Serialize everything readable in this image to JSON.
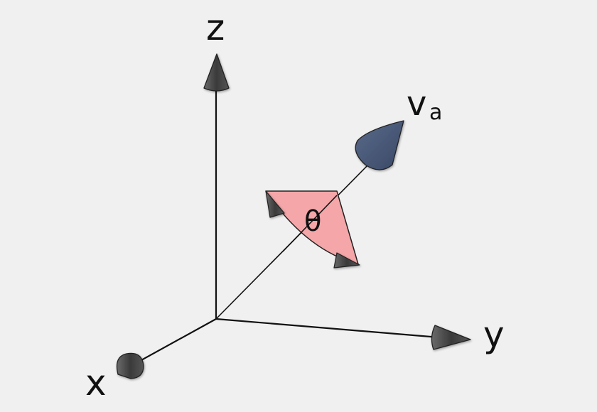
{
  "diagram": {
    "labels": {
      "z": "z",
      "y": "y",
      "x": "x",
      "vector": "v",
      "vector_sub": "a",
      "angle": "θ"
    },
    "colors": {
      "background": "#f0f0f0",
      "axis_arrow": "#4a4a4a",
      "vector_arrow": "#4b5a7a",
      "angle_fill": "#f4a6a8",
      "line": "#111111"
    }
  }
}
